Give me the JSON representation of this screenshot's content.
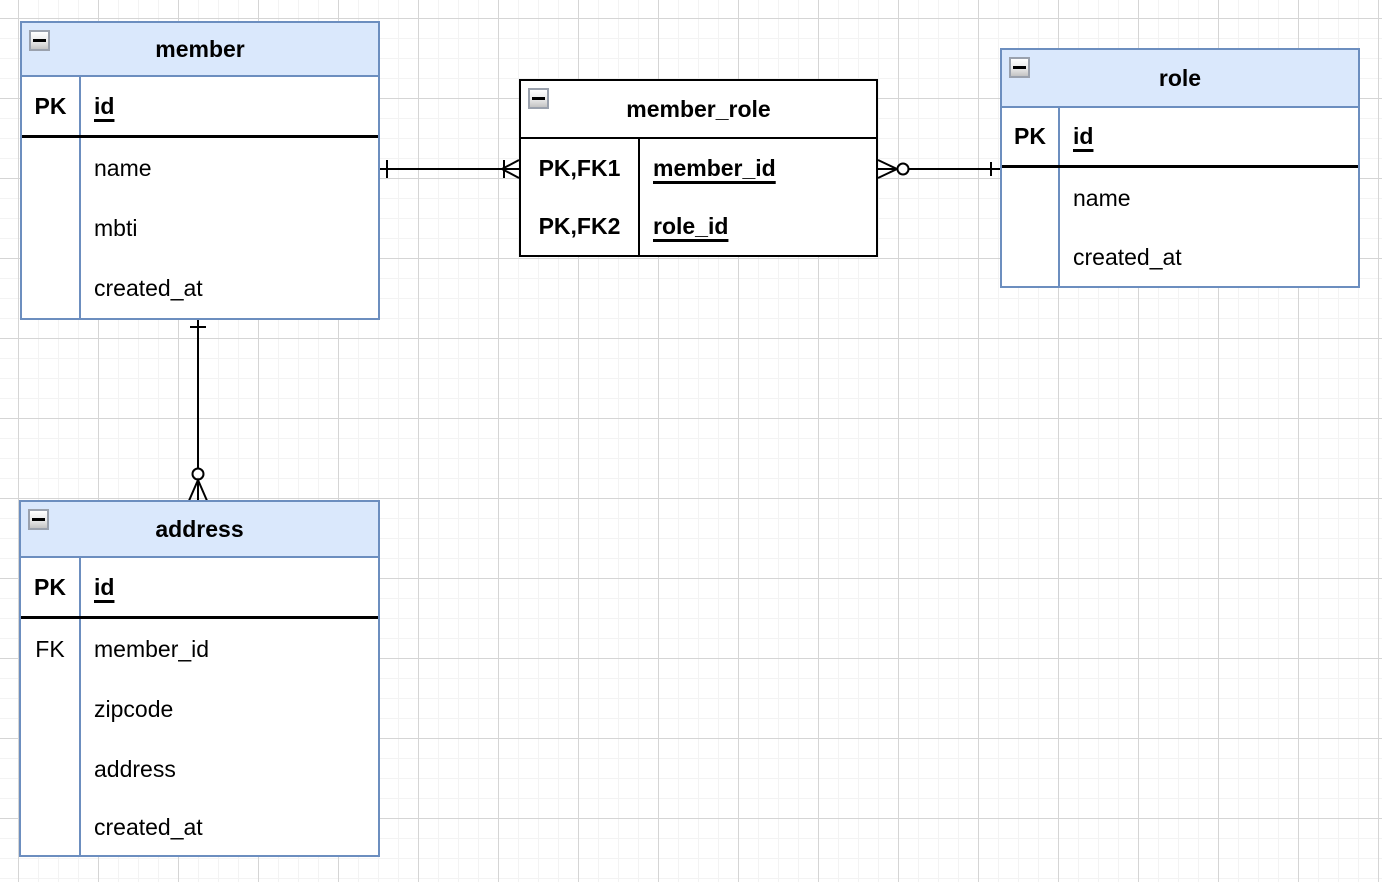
{
  "diagram": {
    "type": "entity-relationship",
    "tables": {
      "member": {
        "title": "member",
        "rows": [
          {
            "key": "PK",
            "field": "id"
          },
          {
            "key": "",
            "field": "name"
          },
          {
            "key": "",
            "field": "mbti"
          },
          {
            "key": "",
            "field": "created_at"
          }
        ]
      },
      "member_role": {
        "title": "member_role",
        "rows": [
          {
            "key": "PK,FK1",
            "field": "member_id"
          },
          {
            "key": "PK,FK2",
            "field": "role_id"
          }
        ]
      },
      "role": {
        "title": "role",
        "rows": [
          {
            "key": "PK",
            "field": "id"
          },
          {
            "key": "",
            "field": "name"
          },
          {
            "key": "",
            "field": "created_at"
          }
        ]
      },
      "address": {
        "title": "address",
        "rows": [
          {
            "key": "PK",
            "field": "id"
          },
          {
            "key": "FK",
            "field": "member_id"
          },
          {
            "key": "",
            "field": "zipcode"
          },
          {
            "key": "",
            "field": "address"
          },
          {
            "key": "",
            "field": "created_at"
          }
        ]
      }
    },
    "relationships": [
      {
        "from": "member",
        "to": "member_role",
        "from_cardinality": "one",
        "to_cardinality": "one-or-many"
      },
      {
        "from": "member_role",
        "to": "role",
        "from_cardinality": "zero-or-many",
        "to_cardinality": "one"
      },
      {
        "from": "member",
        "to": "address",
        "from_cardinality": "one",
        "to_cardinality": "zero-or-many"
      }
    ],
    "icons": {
      "table_collapse": "minus-icon"
    },
    "colors": {
      "table_header_fill": "#dae8fc",
      "table_border_blue": "#6c8ebf",
      "table_border_black": "#000000",
      "grid_minor": "#f3f3f3",
      "grid_major": "#d5d5d5",
      "background": "#ffffff"
    }
  }
}
